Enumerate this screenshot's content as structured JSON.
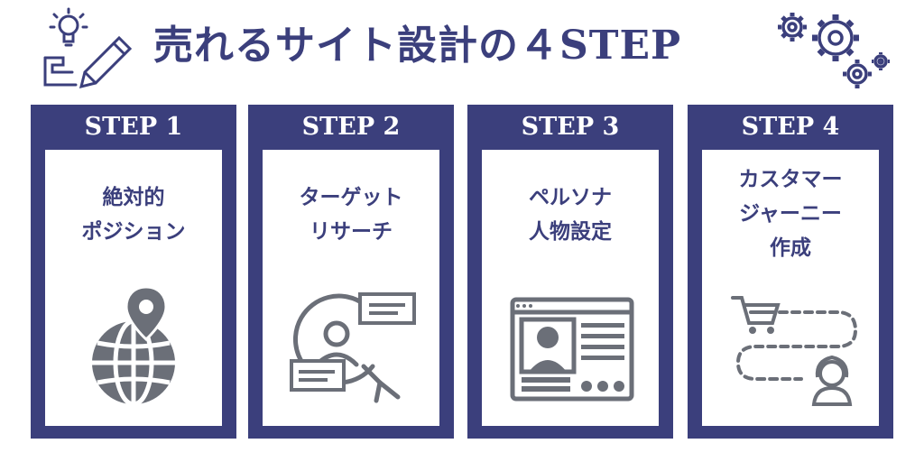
{
  "header": {
    "title": "売れるサイト設計の４STEP",
    "left_icon": "lightbulb-pencil-icon",
    "right_icon": "gears-icon"
  },
  "colors": {
    "primary": "#3b3f7c",
    "icon_gray": "#6b6f78",
    "background": "#ffffff"
  },
  "steps": [
    {
      "label": "STEP 1",
      "lines": [
        "絶対的",
        "ポジション"
      ],
      "icon": "globe-location-icon"
    },
    {
      "label": "STEP 2",
      "lines": [
        "ターゲット",
        "リサーチ"
      ],
      "icon": "user-search-icon"
    },
    {
      "label": "STEP 3",
      "lines": [
        "ペルソナ",
        "人物設定"
      ],
      "icon": "profile-card-icon"
    },
    {
      "label": "STEP 4",
      "lines": [
        "カスタマー",
        "ジャーニー",
        "作成"
      ],
      "icon": "cart-journey-icon"
    }
  ]
}
